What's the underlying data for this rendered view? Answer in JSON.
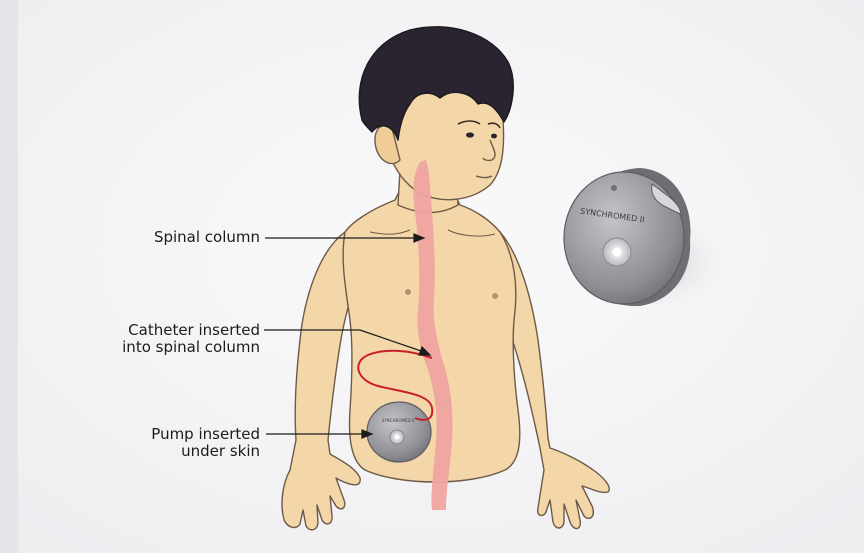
{
  "labels": {
    "spinal_column": "Spinal column",
    "catheter_line1": "Catheter inserted",
    "catheter_line2": "into spinal column",
    "pump_line1": "Pump inserted",
    "pump_line2": "under skin"
  },
  "device_text": "SYNCHROMED II",
  "device_text_small": "SYNCHROMED II",
  "colors": {
    "skin": "#f3d7a8",
    "skin_outline": "#6e5a48",
    "hair": "#2a2330",
    "spine": "#f0a4a0",
    "catheter": "#c8202a",
    "device": "#9a9aa0",
    "background": "#f4f4f6"
  },
  "icons": {
    "figure": "child-torso-figure",
    "device": "pump-device-icon"
  }
}
